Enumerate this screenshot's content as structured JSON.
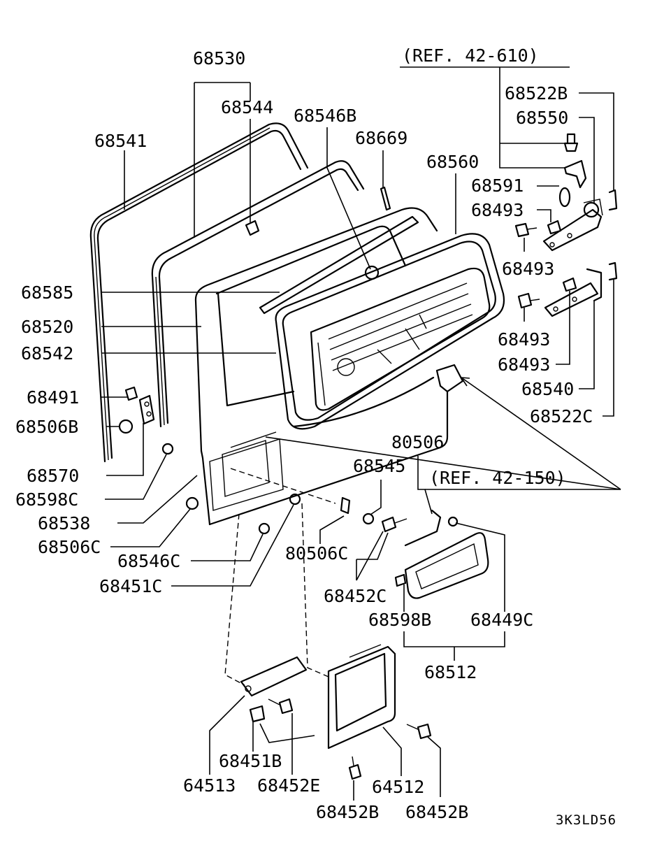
{
  "diagram": {
    "labels": {
      "ref_42_610": "(REF.  42-610)",
      "ref_42_150": "(REF.  42-150)",
      "p68530": "68530",
      "p68544": "68544",
      "p68546B": "68546B",
      "p68669": "68669",
      "p68541": "68541",
      "p68560": "68560",
      "p68522B": "68522B",
      "p68550": "68550",
      "p68591": "68591",
      "p68493_a": "68493",
      "p68493_b": "68493",
      "p68493_c": "68493",
      "p68493_d": "68493",
      "p68540": "68540",
      "p68522C": "68522C",
      "p68585": "68585",
      "p68520": "68520",
      "p68542": "68542",
      "p68491": "68491",
      "p68506B": "68506B",
      "p68570": "68570",
      "p68598C": "68598C",
      "p68538": "68538",
      "p68506C": "68506C",
      "p68546C": "68546C",
      "p68451C": "68451C",
      "p80506": "80506",
      "p68545": "68545",
      "p80506C": "80506C",
      "p68452C": "68452C",
      "p68598B": "68598B",
      "p68449C": "68449C",
      "p68512": "68512",
      "p68451B": "68451B",
      "p64513": "64513",
      "p68452E": "68452E",
      "p64512": "64512",
      "p68452B_a": "68452B",
      "p68452B_b": "68452B",
      "drawing_code": "3K3LD56"
    }
  }
}
